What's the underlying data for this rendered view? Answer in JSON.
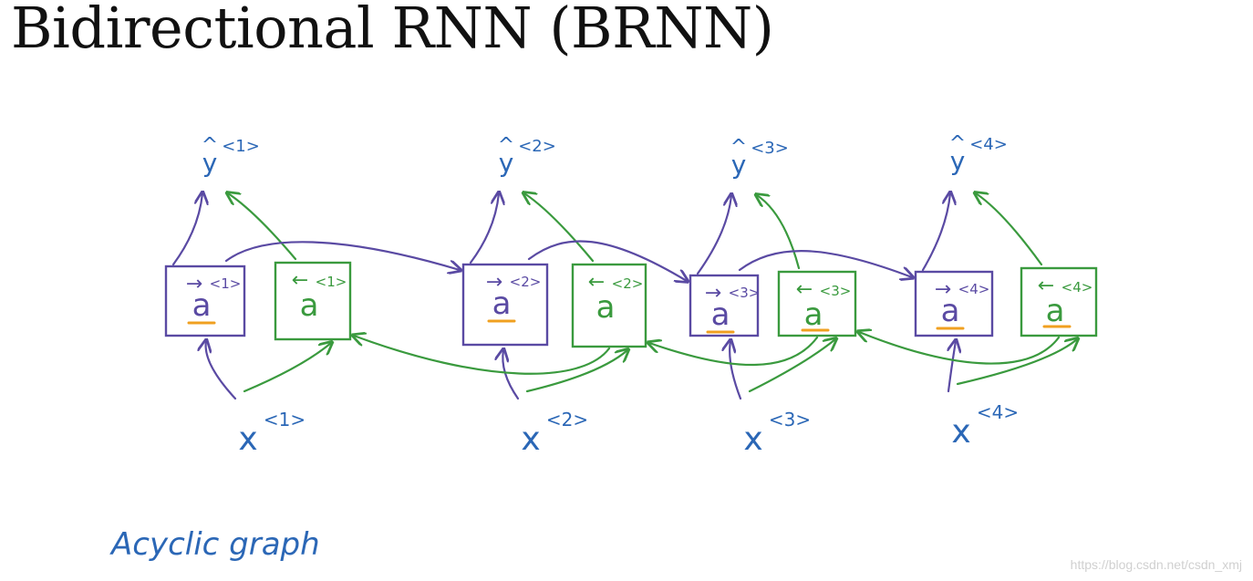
{
  "title": "Bidirectional RNN (BRNN)",
  "colors": {
    "forward": "#5a4aa3",
    "backward": "#3a9a3e",
    "text_blue": "#2b67b6",
    "underline": "#f0a020"
  },
  "nodes": [
    {
      "input": "x",
      "input_sup": "<1>",
      "output": "y",
      "output_hat": "^",
      "output_sup": "<1>",
      "fwd": "a",
      "fwd_sup": "<1>",
      "bwd": "a",
      "bwd_sup": "<1>"
    },
    {
      "input": "x",
      "input_sup": "<2>",
      "output": "y",
      "output_hat": "^",
      "output_sup": "<2>",
      "fwd": "a",
      "fwd_sup": "<2>",
      "bwd": "a",
      "bwd_sup": "<2>"
    },
    {
      "input": "x",
      "input_sup": "<3>",
      "output": "y",
      "output_hat": "^",
      "output_sup": "<3>",
      "fwd": "a",
      "fwd_sup": "<3>",
      "bwd": "a",
      "bwd_sup": "<3>"
    },
    {
      "input": "x",
      "input_sup": "<4>",
      "output": "y",
      "output_hat": "^",
      "output_sup": "<4>",
      "fwd": "a",
      "fwd_sup": "<4>",
      "bwd": "a",
      "bwd_sup": "<4>"
    }
  ],
  "note": "Acyclic graph",
  "watermark": "https://blog.csdn.net/csdn_xmj"
}
